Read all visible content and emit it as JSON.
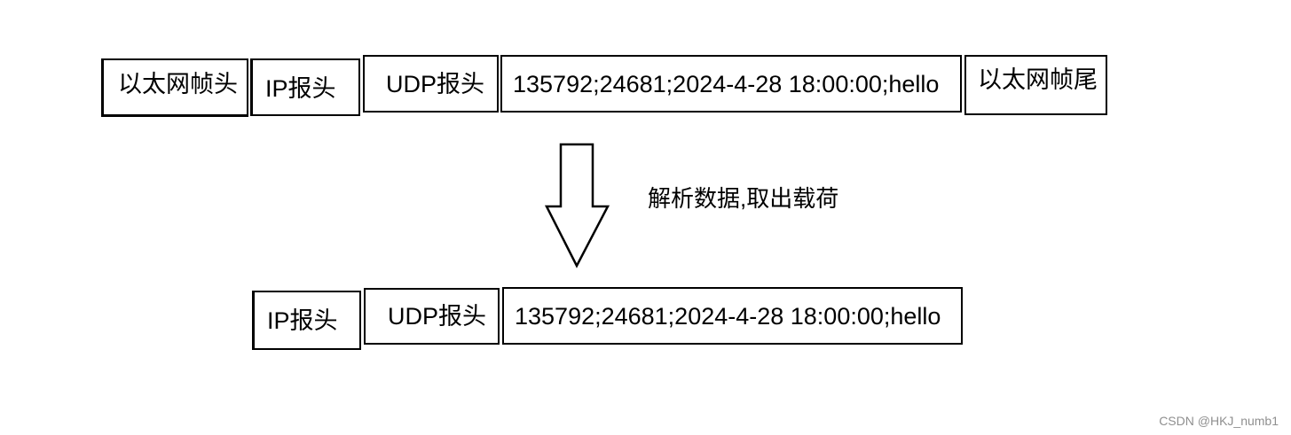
{
  "top_row": {
    "eth_header": "以太网帧头",
    "ip_header": "IP报头",
    "udp_header": "UDP报头",
    "payload": "135792;24681;2024-4-28 18:00:00;hello",
    "eth_trailer": "以太网帧尾"
  },
  "arrow_label": "解析数据,取出载荷",
  "bottom_row": {
    "ip_header": "IP报头",
    "udp_header": "UDP报头",
    "payload": "135792;24681;2024-4-28 18:00:00;hello"
  },
  "watermark": "CSDN @HKJ_numb1",
  "colors": {
    "line": "#000000",
    "background": "#ffffff",
    "watermark": "#8f8f8f"
  }
}
